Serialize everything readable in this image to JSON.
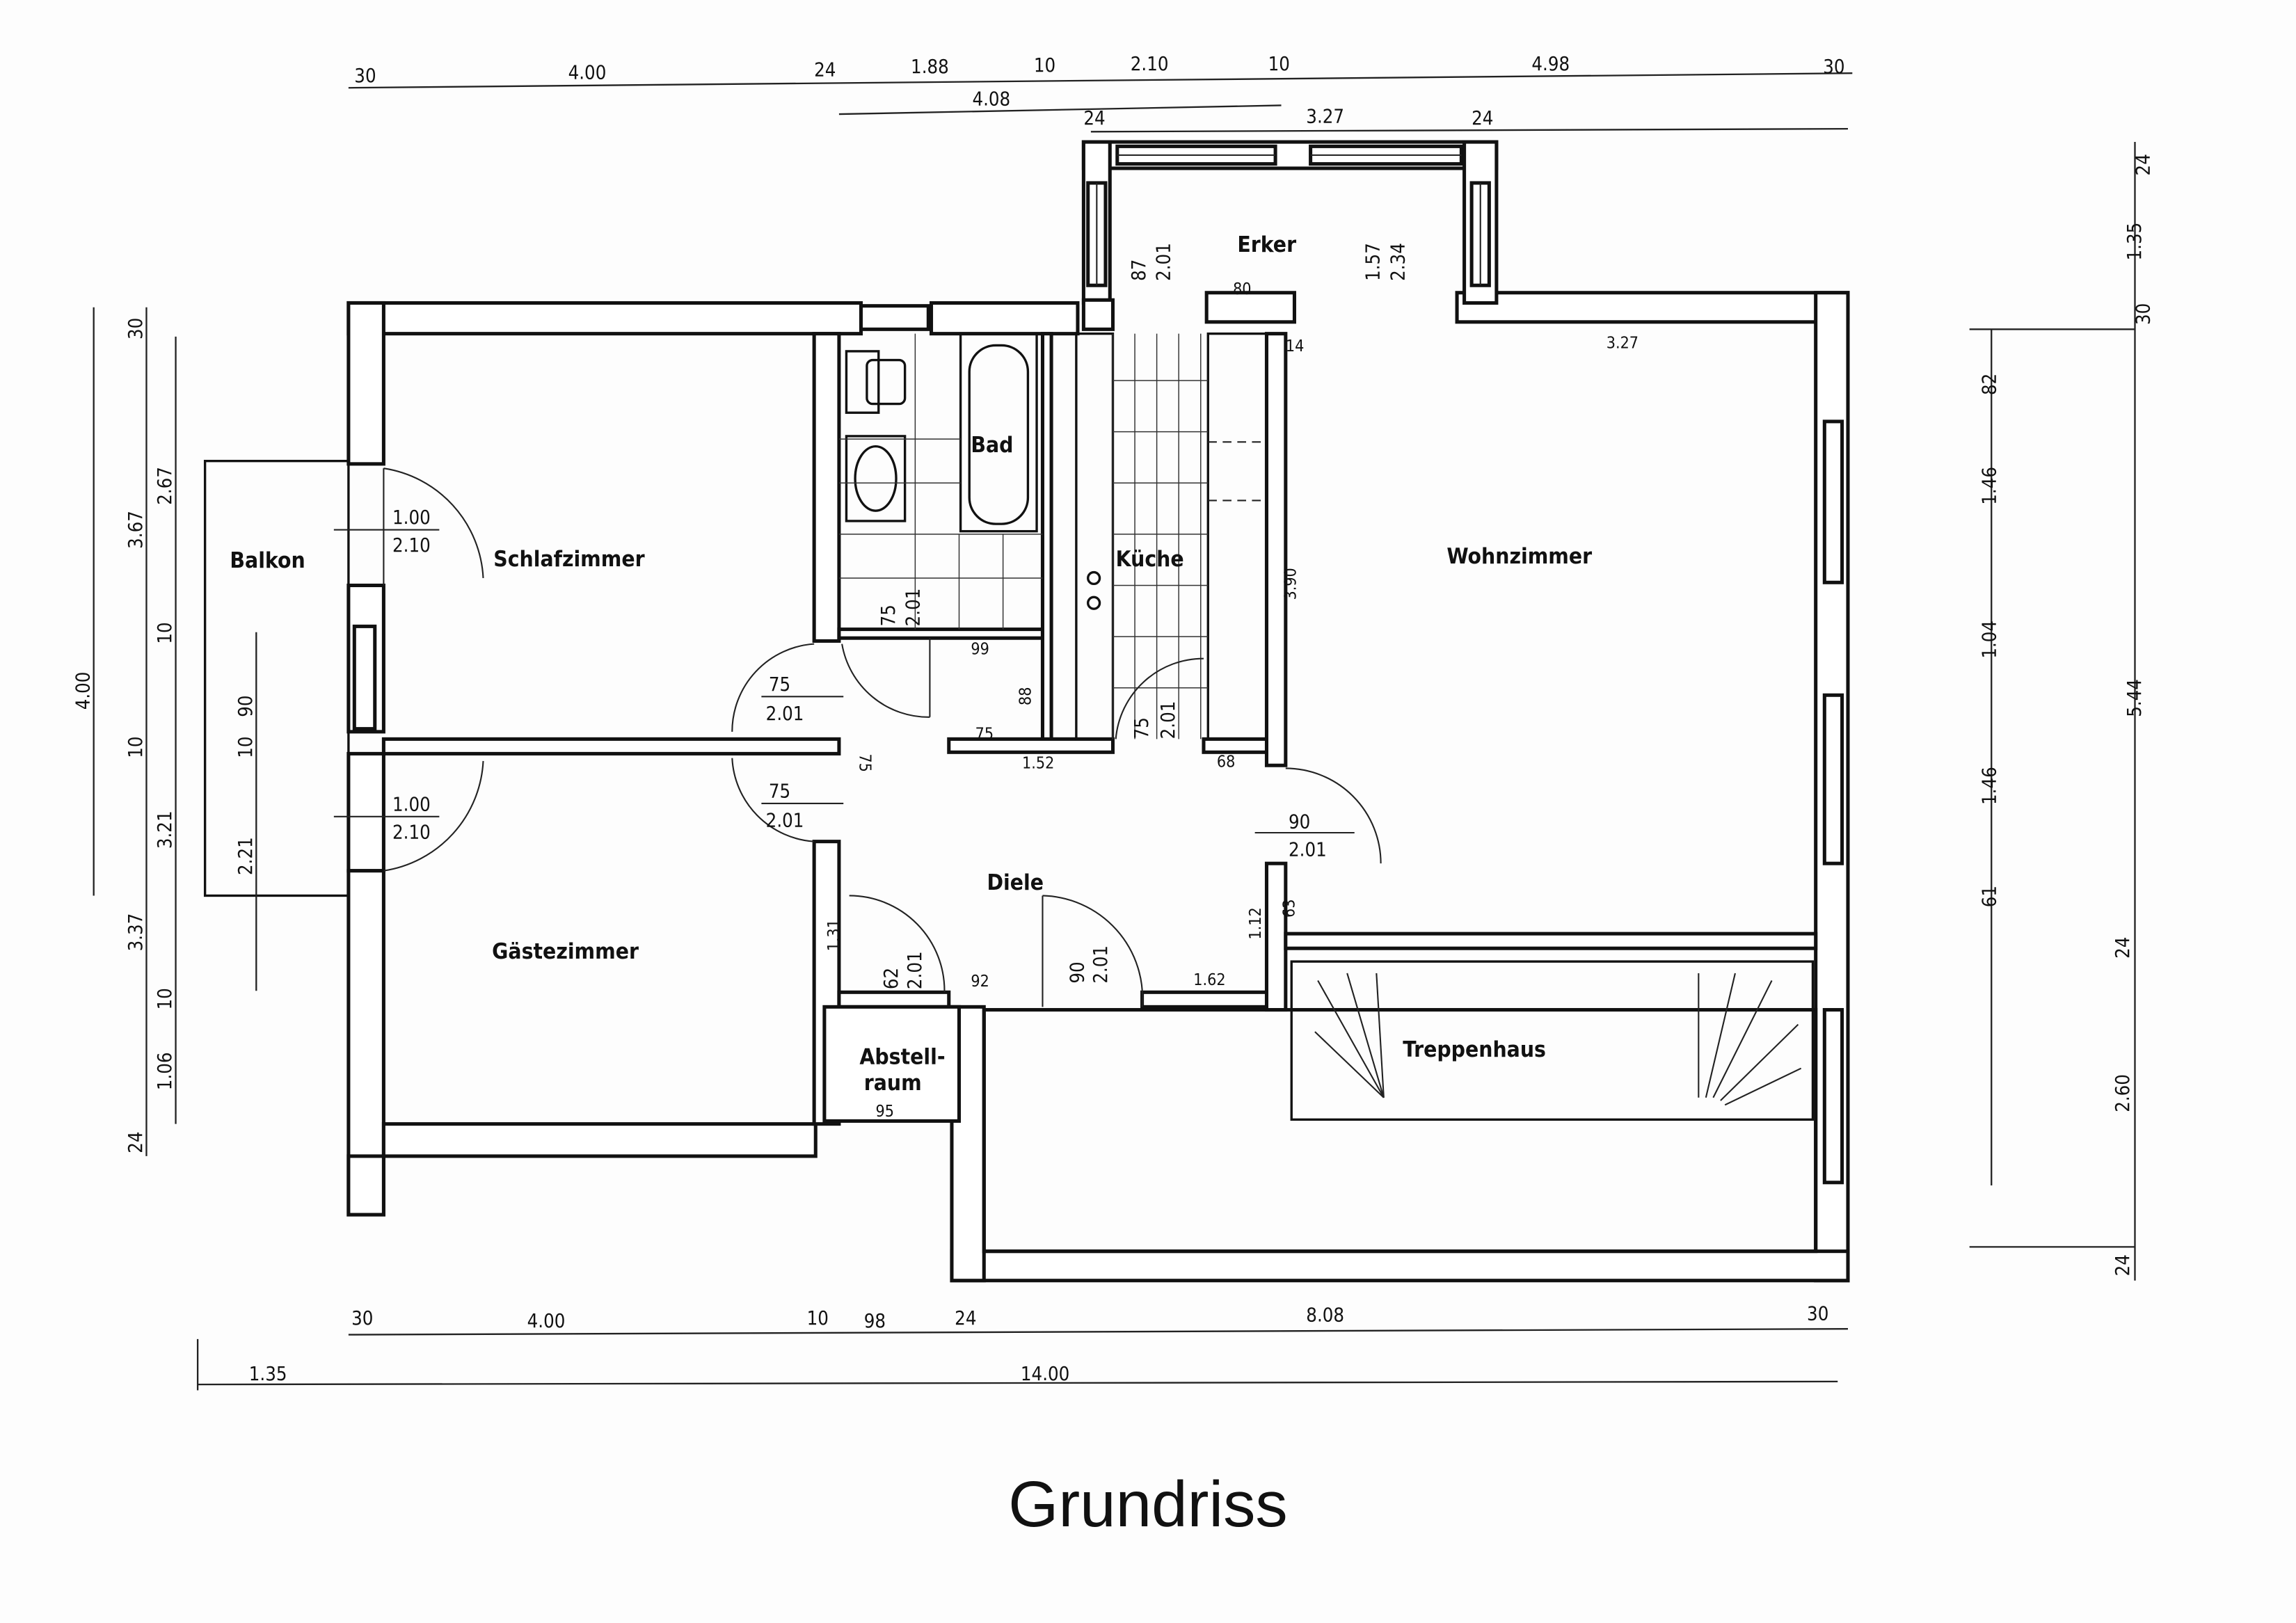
{
  "caption": "Grundriss",
  "rooms": {
    "balkon": "Balkon",
    "schlafzimmer": "Schlafzimmer",
    "bad": "Bad",
    "kueche": "Küche",
    "wohnzimmer": "Wohnzimmer",
    "erker": "Erker",
    "diele": "Diele",
    "gaestezimmer": "Gästezimmer",
    "abstell_1": "Abstell-",
    "abstell_2": "raum",
    "treppenhaus": "Treppenhaus"
  },
  "doors": [
    {
      "w": "1.00",
      "h": "2.10"
    },
    {
      "w": "1.00",
      "h": "2.10"
    },
    {
      "w": "75",
      "h": "2.01"
    },
    {
      "w": "75",
      "h": "2.01"
    },
    {
      "w": "75",
      "h": "2.01"
    },
    {
      "w": "75",
      "h": "2.01"
    },
    {
      "w": "90",
      "h": "2.01"
    },
    {
      "w": "62",
      "h": "2.01"
    },
    {
      "w": "90",
      "h": "2.01"
    },
    {
      "w": "87",
      "h": "2.01"
    },
    {
      "w": "1.57",
      "h": "2.34"
    }
  ],
  "top_dims": [
    "30",
    "4.00",
    "24",
    "1.88",
    "10",
    "2.10",
    "10",
    "4.98",
    "30",
    "4.08",
    "24",
    "3.27",
    "24"
  ],
  "inner_dims": [
    "80",
    "14",
    "3.27",
    "3.90",
    "99",
    "88",
    "75",
    "1.52",
    "68",
    "75",
    "1.31",
    "92",
    "1.62",
    "1.12",
    "63",
    "95"
  ],
  "left_dims": [
    "30",
    "2.67",
    "3.67",
    "10",
    "4.00",
    "90",
    "10",
    "10",
    "3.21",
    "2.21",
    "3.37",
    "10",
    "1.06",
    "24"
  ],
  "right_dims": [
    "24",
    "1.35",
    "30",
    "82",
    "1.46",
    "1.04",
    "1.46",
    "61",
    "5.44",
    "24",
    "2.60",
    "24"
  ],
  "bottom_dims": [
    "30",
    "4.00",
    "10",
    "98",
    "24",
    "8.08",
    "30",
    "1.35",
    "14.00"
  ]
}
